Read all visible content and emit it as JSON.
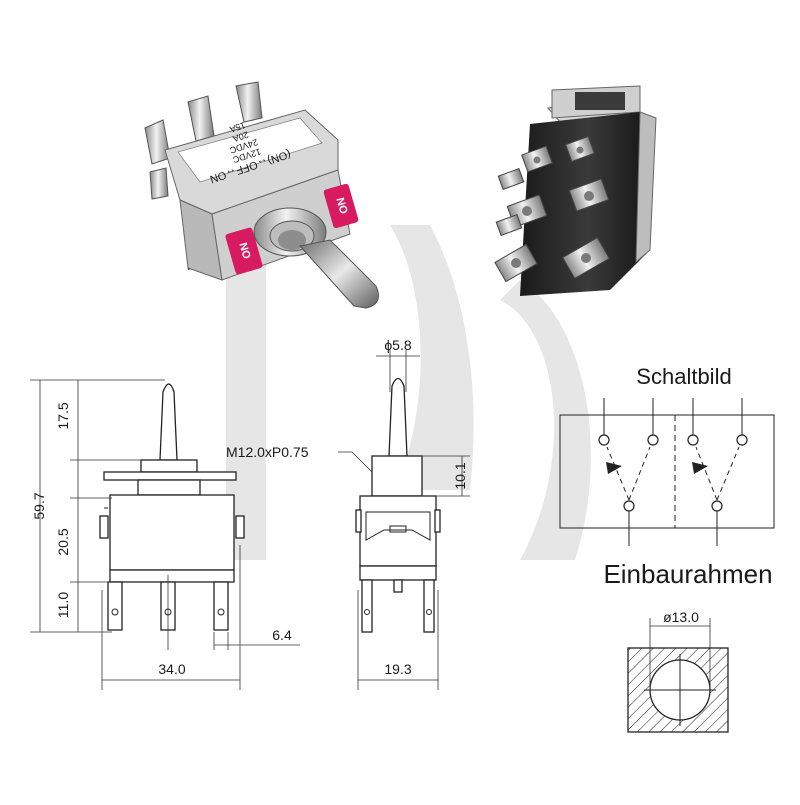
{
  "photos": {
    "front_label_lines": [
      "(ON)↔OFF↔ON",
      "12VDC",
      "24VDC",
      "20A",
      "15A"
    ],
    "side_tag_text": "ON"
  },
  "dimensions": {
    "toggle_diameter": "ϕ5.8",
    "thread": "M12.0xP0.75",
    "total_height": "59.7",
    "lever_height": "17.5",
    "body_height": "20.5",
    "terminal_height": "11.0",
    "side_height": "10.1",
    "width_front": "34.0",
    "terminal_width": "6.4",
    "width_side": "19.3"
  },
  "schematic": {
    "title": "Schaltbild"
  },
  "panel_cutout": {
    "title": "Einbaurahmen",
    "hole_diameter": "ø13.0"
  },
  "colors": {
    "line": "#222222",
    "watermark": "#e6e6e6",
    "tag_pink": "#d81b60",
    "metal": "#c7c7c7"
  }
}
